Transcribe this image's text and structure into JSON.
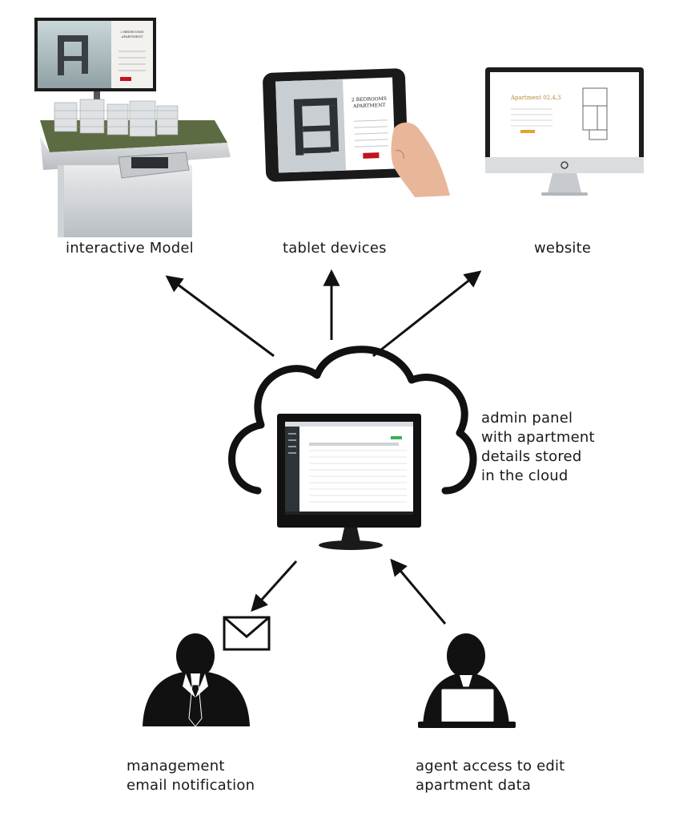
{
  "labels": {
    "interactive_model": "interactive Model",
    "tablet_devices": "tablet devices",
    "website": "website",
    "admin_panel": [
      "admin panel",
      "with apartment",
      "details stored",
      "in the cloud"
    ],
    "management": [
      "management",
      "email notification"
    ],
    "agent": [
      "agent access to edit",
      "apartment data"
    ]
  },
  "screens": {
    "kiosk_title": [
      "2 BEDROOMS",
      "APARTMENT"
    ],
    "tablet_title": [
      "2 BEDROOMS",
      "APARTMENT"
    ],
    "website_title": "Apartment 02,4,3"
  },
  "colors": {
    "ink": "#111111",
    "accent_red": "#c0141c",
    "accent_gold": "#b48a3c",
    "screen_bezel": "#1c1c1c"
  }
}
